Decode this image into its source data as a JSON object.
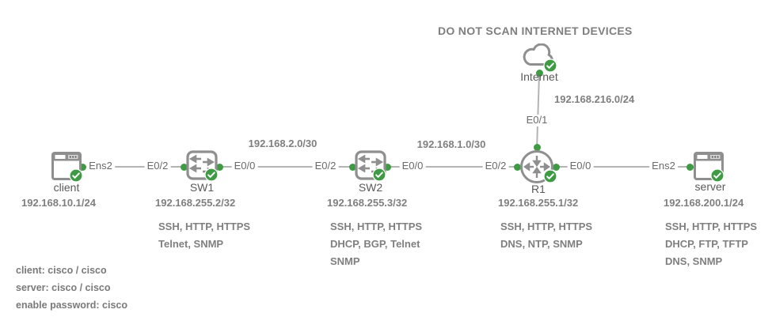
{
  "warning": "DO NOT SCAN INTERNET DEVICES",
  "colors": {
    "status_green": "#3e9b44",
    "link_gray": "#b4b4b4",
    "icon_gray": "#8f8f8f",
    "text_gray": "#7f7f7f",
    "node_name_gray": "#5a5a5a"
  },
  "icons": {
    "internet": "cloud-icon",
    "client": "browser-window-icon",
    "server": "browser-window-icon",
    "switch": "switch-arrows-icon",
    "router": "router-arrows-icon",
    "status": "check-circle-icon",
    "endpoint": "link-endpoint-dot"
  },
  "nodes": {
    "internet": {
      "name": "Internet"
    },
    "client": {
      "name": "client",
      "ip": "192.168.10.1/24"
    },
    "sw1": {
      "name": "SW1",
      "ip": "192.168.255.2/32",
      "services": [
        "SSH, HTTP, HTTPS",
        "Telnet, SNMP"
      ]
    },
    "sw2": {
      "name": "SW2",
      "ip": "192.168.255.3/32",
      "services": [
        "SSH, HTTP, HTTPS",
        "DHCP, BGP, Telnet",
        "SNMP"
      ]
    },
    "r1": {
      "name": "R1",
      "ip": "192.168.255.1/32",
      "services": [
        "SSH, HTTP, HTTPS",
        "DNS, NTP, SNMP"
      ]
    },
    "server": {
      "name": "server",
      "ip": "192.168.200.1/24",
      "services": [
        "SSH, HTTP, HTTPS",
        "DHCP, FTP, TFTP",
        "DNS, SNMP"
      ]
    }
  },
  "links": {
    "client_sw1": {
      "port_client": "Ens2",
      "port_sw1": "E0/2"
    },
    "sw1_sw2": {
      "subnet": "192.168.2.0/30",
      "port_sw1": "E0/0",
      "port_sw2": "E0/2"
    },
    "sw2_r1": {
      "subnet": "192.168.1.0/30",
      "port_sw2": "E0/0",
      "port_r1": "E0/2"
    },
    "r1_internet": {
      "subnet": "192.168.216.0/24",
      "port_r1": "E0/1"
    },
    "r1_server": {
      "port_r1": "E0/0",
      "port_server": "Ens2"
    }
  },
  "credentials": [
    "client: cisco / cisco",
    "server: cisco / cisco",
    "enable password: cisco"
  ]
}
